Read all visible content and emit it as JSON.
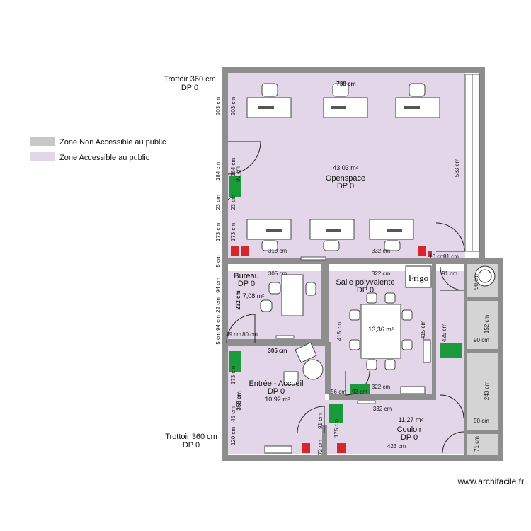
{
  "legend": {
    "non_accessible": {
      "label": "Zone Non Accessible au public",
      "color": "#c8c8c8"
    },
    "accessible": {
      "label": "Zone Accessible au public",
      "color": "#e2d6e8"
    }
  },
  "trottoir_top": {
    "line1": "Trottoir 360 cm",
    "line2": "DP 0"
  },
  "trottoir_bottom": {
    "line1": "Trottoir 360 cm",
    "line2": "DP 0"
  },
  "rooms": {
    "openspace": {
      "name": "Openspace",
      "dp": "DP 0",
      "area": "43,03 m²"
    },
    "bureau": {
      "name": "Bureau",
      "dp": "DP 0",
      "area": "7,08 m²"
    },
    "salle": {
      "name": "Salle polyvalente",
      "dp": "DP 0",
      "area": "13,36 m²"
    },
    "entree": {
      "name": "Entrée - Accueil",
      "dp": "DP 0",
      "area": "10,92 m²"
    },
    "couloir": {
      "name": "Couloir",
      "dp": "DP 0",
      "area": "11,27 m²"
    }
  },
  "frigo": "Frigo",
  "dims": {
    "top_width": "738 cm",
    "left_203_out": "203 cm",
    "left_203_in": "203 cm",
    "left_184_out": "184 cm",
    "left_184_in": "184 cm",
    "left_90": "90 cm",
    "left_23_out": "23 cm",
    "left_23_in": "23 cm",
    "left_173_out": "173 cm",
    "left_173_in": "173 cm",
    "left_5a": "5 cm",
    "left_94a": "94 cm",
    "left_22": "22 cm",
    "left_94b": "94 cm",
    "left_5b": "5 cm",
    "left_173b": "173 cm",
    "left_45": "45 cm",
    "left_120": "120 cm",
    "right_583": "583 cm",
    "open_310": "310 cm",
    "open_332": "332 cm",
    "open_10": "10 cm",
    "open_81": "81 cm",
    "bureau_305": "305 cm",
    "bureau_232": "232 cm",
    "bureau_39": "39 cm",
    "bureau_80": "80 cm",
    "entree_305": "305 cm",
    "entree_358": "358 cm",
    "salle_322_top": "322 cm",
    "salle_415_l": "415 cm",
    "salle_415_r": "415 cm",
    "salle_322_bot": "322 cm",
    "salle_56": "56 cm",
    "salle_93": "93 cm",
    "couloir_332": "332 cm",
    "couloir_425": "425 cm",
    "couloir_91_top": "91 cm",
    "couloir_91": "91 cm",
    "couloir_175": "175 cm",
    "couloir_72": "72 cm",
    "couloir_423": "423 cm",
    "side_90_top": "90 cm",
    "side_152": "152 cm",
    "side_90_a": "90 cm",
    "side_243": "243 cm",
    "side_90_b": "90 cm",
    "side_71": "71 cm"
  },
  "watermark": "www.archifacile.fr"
}
